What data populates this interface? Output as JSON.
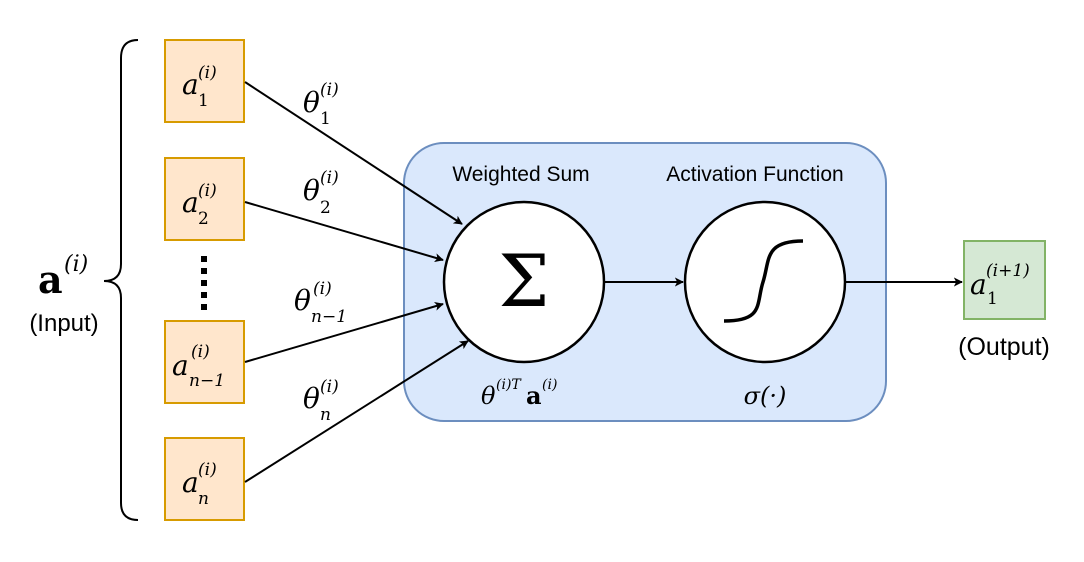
{
  "input_vector": {
    "symbol": "a",
    "superscript": "(i)",
    "caption": "(Input)"
  },
  "inputs": [
    {
      "base": "a",
      "sup": "(i)",
      "sub": "1"
    },
    {
      "base": "a",
      "sup": "(i)",
      "sub": "2"
    },
    {
      "base": "a",
      "sup": "(i)",
      "sub": "n−1"
    },
    {
      "base": "a",
      "sup": "(i)",
      "sub": "n"
    }
  ],
  "ellipsis": "⋮",
  "weights": [
    {
      "base": "θ",
      "sup": "(i)",
      "sub": "1"
    },
    {
      "base": "θ",
      "sup": "(i)",
      "sub": "2"
    },
    {
      "base": "θ",
      "sup": "(i)",
      "sub": "n−1"
    },
    {
      "base": "θ",
      "sup": "(i)",
      "sub": "n"
    }
  ],
  "weighted_sum": {
    "title": "Weighted Sum",
    "symbol": "Σ",
    "formula": {
      "theta": "θ",
      "theta_sup": "(i)T",
      "a": "a",
      "a_sup": "(i)"
    }
  },
  "activation": {
    "title": "Activation Function",
    "formula": "σ(·)"
  },
  "output": {
    "base": "a",
    "sup": "(i+1)",
    "sub": "1",
    "caption": "(Output)"
  },
  "colors": {
    "input_fill": "#ffe6cc",
    "input_stroke": "#d79b00",
    "output_fill": "#d5e8d4",
    "output_stroke": "#82b366",
    "panel_fill": "#dae8fc",
    "panel_stroke": "#6c8ebf"
  }
}
